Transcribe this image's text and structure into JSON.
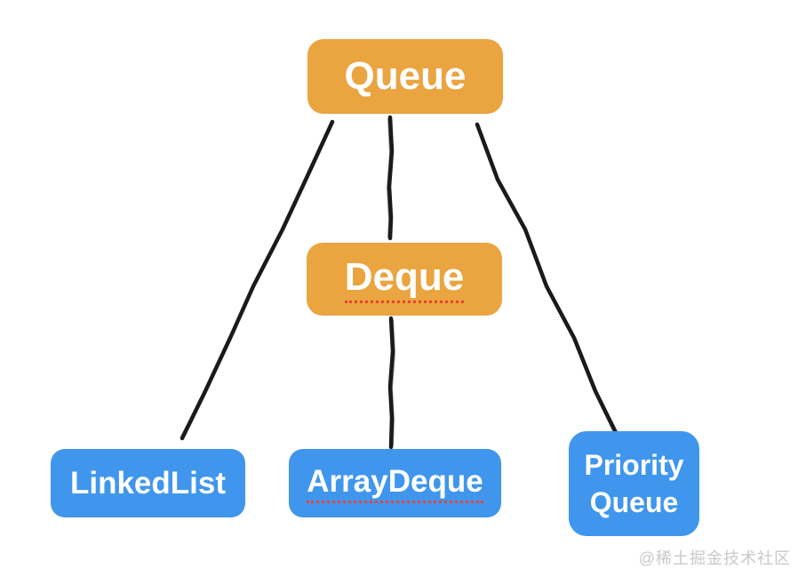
{
  "diagram": {
    "type": "hierarchy",
    "topic": "Java Queue class hierarchy",
    "colors": {
      "interface_box": "#EAA440",
      "implementation_box": "#4096EC",
      "edge_line": "#1b1b1b",
      "spellcheck_underline": "#E8442E",
      "watermark_text": "#C9C9C9",
      "background": "#ffffff",
      "node_text": "#ffffff"
    },
    "nodes": [
      {
        "id": "queue",
        "label": "Queue",
        "style": "orange",
        "spellcheck_underline": false
      },
      {
        "id": "deque",
        "label": "Deque",
        "style": "orange",
        "spellcheck_underline": true
      },
      {
        "id": "linkedlist",
        "label": "LinkedList",
        "style": "blue",
        "spellcheck_underline": false
      },
      {
        "id": "arraydeque",
        "label": "ArrayDeque",
        "style": "blue",
        "spellcheck_underline": true
      },
      {
        "id": "priorityqueue",
        "label": "Priority Queue",
        "label_line1": "Priority",
        "label_line2": "Queue",
        "style": "blue",
        "spellcheck_underline": false
      }
    ],
    "edges": [
      {
        "from": "queue",
        "to": "linkedlist"
      },
      {
        "from": "queue",
        "to": "deque"
      },
      {
        "from": "queue",
        "to": "priorityqueue"
      },
      {
        "from": "deque",
        "to": "arraydeque"
      }
    ],
    "watermark": "@稀土掘金技术社区"
  }
}
